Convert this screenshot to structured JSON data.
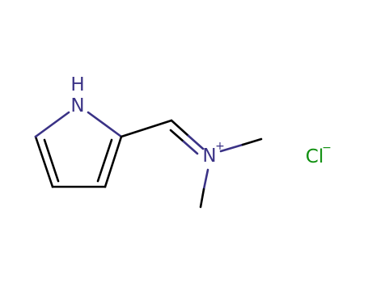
{
  "molecule": {
    "colors": {
      "carbon_bond": "#000000",
      "nitrogen": "#3a3286",
      "chlorine": "#0f8f0f"
    },
    "atoms": {
      "pyrrole_n": {
        "element": "N",
        "label": "N",
        "hydrogen": "H"
      },
      "iminium_n": {
        "element": "N",
        "label": "N",
        "charge": "+"
      },
      "chloride": {
        "element": "Cl",
        "label": "Cl",
        "charge": "−"
      }
    }
  }
}
